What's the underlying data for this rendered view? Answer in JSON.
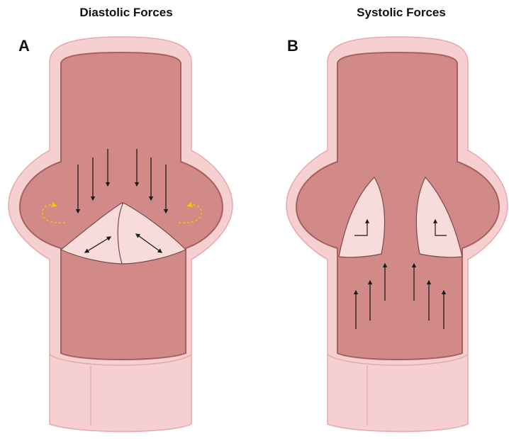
{
  "panels": [
    {
      "id": "A",
      "letter": "A",
      "title": "Diastolic Forces",
      "state": "valve closed",
      "flow_direction": "down",
      "vortex_color": "#f2c500"
    },
    {
      "id": "B",
      "letter": "B",
      "title": "Systolic Forces",
      "state": "valve open",
      "flow_direction": "up"
    }
  ],
  "colors": {
    "vessel_outer": "#f6cfd0",
    "vessel_outline": "#e8a8ab",
    "lumen": "#d18a88",
    "lumen_shadow": "#a8605f",
    "leaflet": "#f8dcdc",
    "arrow": "#1a1a1a",
    "vortex": "#f2c500"
  }
}
